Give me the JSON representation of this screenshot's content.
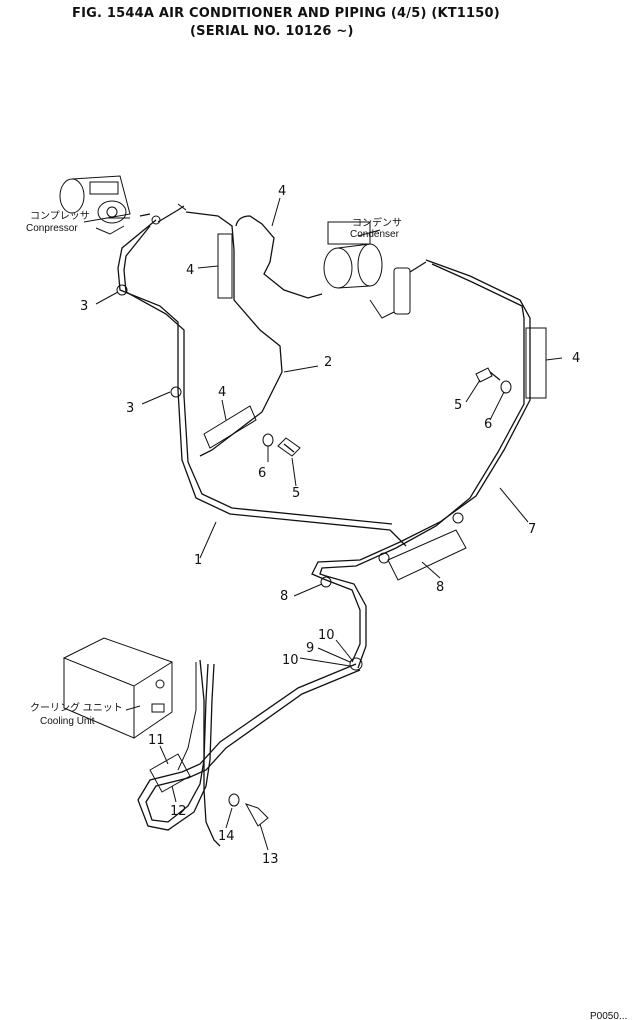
{
  "title": {
    "line1": "FIG. 1544A   AIR CONDITIONER AND PIPING (4/5) (KT1150)",
    "line2": "(SERIAL NO. 10126 ~)"
  },
  "components": {
    "compressor_jp": "コンプレッサ",
    "compressor_en": "Conpressor",
    "condenser_jp": "コンデンサ",
    "condenser_en": "Condenser",
    "cooling_unit_jp": "クーリング ユニット",
    "cooling_unit_en": "Cooling Unit"
  },
  "callouts": {
    "c1": "1",
    "c2": "2",
    "c3a": "3",
    "c3b": "3",
    "c4a": "4",
    "c4b": "4",
    "c4c": "4",
    "c4d": "4",
    "c5a": "5",
    "c5b": "5",
    "c6a": "6",
    "c6b": "6",
    "c7": "7",
    "c8a": "8",
    "c8b": "8",
    "c9": "9",
    "c10a": "10",
    "c10b": "10",
    "c11": "11",
    "c12": "12",
    "c13": "13",
    "c14": "14"
  },
  "footer_code": "P0050..."
}
